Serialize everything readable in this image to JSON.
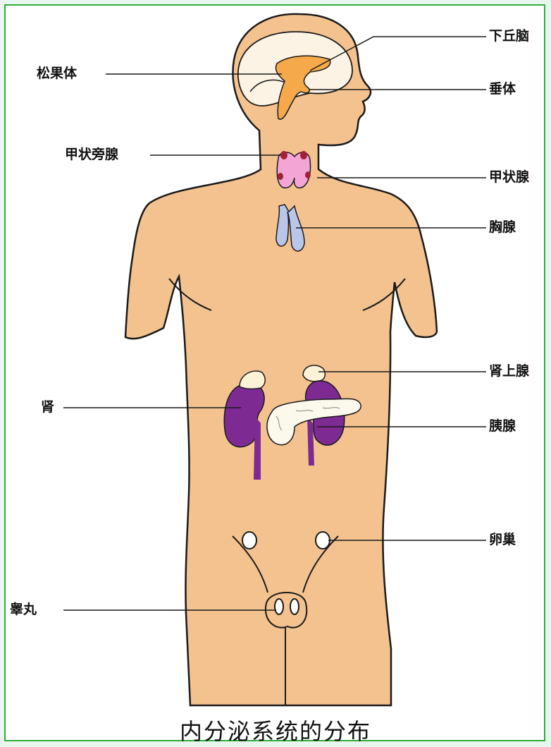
{
  "labels": {
    "hypothalamus": "下丘脑",
    "pineal": "松果体",
    "pituitary": "垂体",
    "parathyroid": "甲状旁腺",
    "thyroid": "甲状腺",
    "thymus": "胸腺",
    "adrenal": "肾上腺",
    "kidney": "肾",
    "pancreas": "胰腺",
    "ovary": "卵巢",
    "testis": "睾丸"
  },
  "caption": "内分泌系统的分布",
  "colors": {
    "skin": "#f3c28f",
    "outline": "#1a1a1a",
    "brain": "#fdf3e4",
    "pituitary": "#f5a94a",
    "thyroid": "#f3a6d6",
    "parathyroid": "#a3203a",
    "thymus": "#b9c6ea",
    "kidney": "#7e2a93",
    "adrenal": "#fbf2d8",
    "pancreas": "#fbf8ec",
    "frame": "#2fae3a"
  }
}
